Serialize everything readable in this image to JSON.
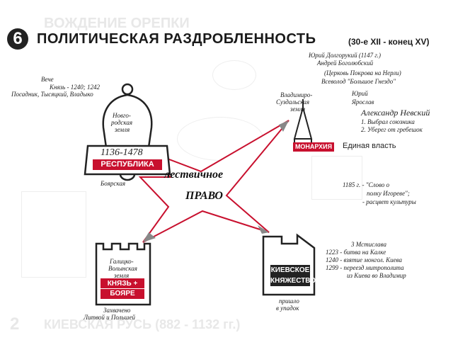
{
  "header": {
    "number": "6",
    "title": "ПОЛИТИЧЕСКАЯ РАЗДРОБЛЕННОСТЬ",
    "period": "(30-е XII - конец XV)"
  },
  "novgorod": {
    "veche_label": "Вече",
    "prince_line": "Князь - 1240; 1242",
    "officials": "Посадник, Тысяцкий, Владыко",
    "land_name": [
      "Новго-",
      "родская",
      "земля"
    ],
    "years": "1136-1478",
    "badge": "РЕСПУБЛИКА",
    "boyar": "Боярская"
  },
  "vladimir": {
    "rulers": [
      "Юрий Долгорукий (1147 г.)",
      "Андрей Боголюбский",
      "(Церковь Покрова на Нерли)",
      "Всеволод \"Большое Гнездо\""
    ],
    "land_name": [
      "Владимиро-",
      "Суздальская",
      "земля"
    ],
    "successors": [
      "Юрий",
      "Ярослав"
    ],
    "nevsky": "Александр Невский",
    "nevsky_points": [
      "1. Выбрал союзника",
      "2. Уберег от гребешок"
    ],
    "badge": "МОНАРХИЯ",
    "single_power": "Единая власть"
  },
  "center": {
    "line1": "лествичное",
    "line2": "ПРАВО"
  },
  "culture": {
    "lines": [
      "1185 г. - \"Слово о",
      "полку Игореве\";",
      "- расцвет культуры"
    ]
  },
  "galicia": {
    "land_name": [
      "Галицко-",
      "Волынская",
      "земля"
    ],
    "badge_top": "КНЯЗЬ +",
    "badge_bottom": "БОЯРЕ",
    "fate": [
      "Захвачено",
      "Литвой и Польшей"
    ]
  },
  "kiev": {
    "badge": [
      "КИЕВСКОЕ",
      "КНЯЖЕСТВО"
    ],
    "fate": [
      "пришло",
      "в упадок"
    ],
    "events": [
      "3 Мстислава",
      "1223 - битва на Калке",
      "1240 - взятие монгол. Киева",
      "1299 - переезд митрополита",
      "из Киева во Владимир"
    ]
  },
  "background": {
    "ghost_title": "ВОЖДЕНИЕ ОРЕПКИ",
    "ghost_bottom": "КИЕВСКАЯ РУСЬ (882 - 1132 гг.)",
    "ghost_bottom_num": "2"
  },
  "colors": {
    "accent": "#c8102e",
    "ink": "#222222"
  }
}
